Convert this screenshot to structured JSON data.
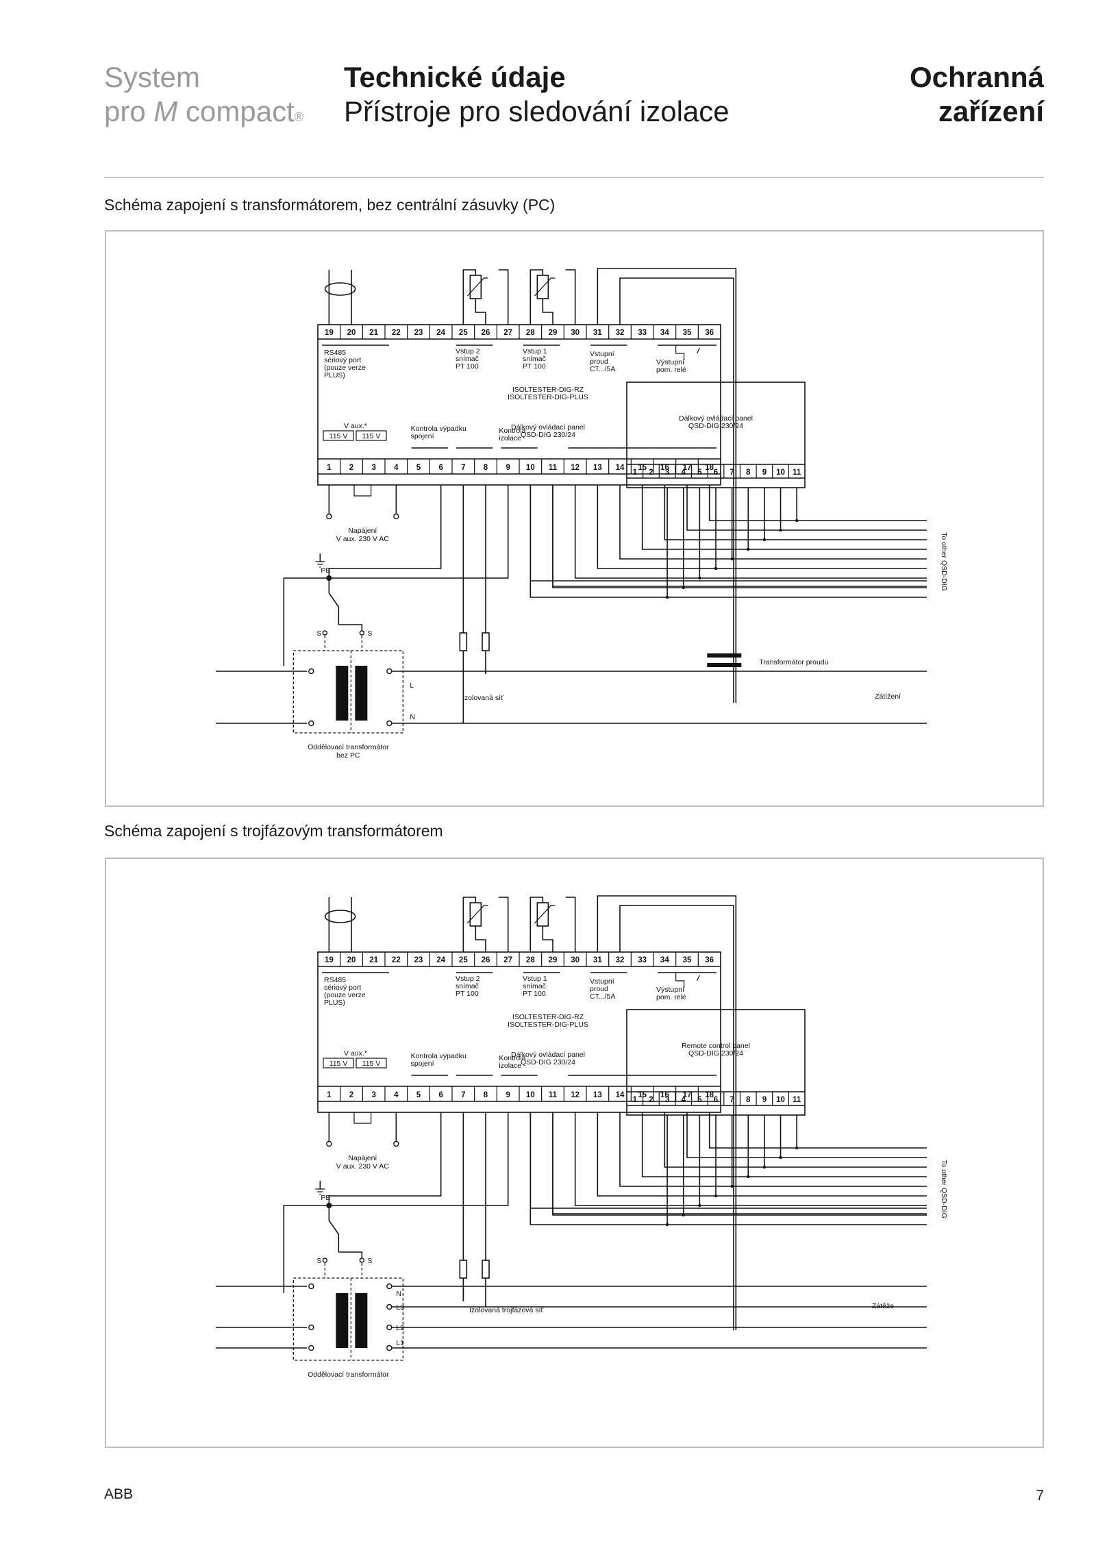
{
  "header": {
    "brand_line1": "System",
    "brand_line2_pre": "pro ",
    "brand_line2_em": "M",
    "brand_line2_post": " compact",
    "brand_reg": "®",
    "title_bold": "Technické údaje",
    "title_sub": "Přístroje pro sledování izolace",
    "section_line1": "Ochranná",
    "section_line2": "zařízení"
  },
  "diagram1": {
    "title": "Schéma zapojení s transformátorem, bez centrální zásuvky (PC)",
    "labels": {
      "rs485": [
        "RS485",
        "sériový port",
        "(pouze verze",
        "PLUS)"
      ],
      "input2": [
        "Vstup 2",
        "snímač",
        "PT 100"
      ],
      "input1": [
        "Vstup 1",
        "snímač",
        "PT 100"
      ],
      "input_ct": [
        "Vstupní",
        "proud",
        "CT.../5A"
      ],
      "output_relay": [
        "Výstupní",
        "pom. relé"
      ],
      "model": [
        "ISOLTESTER-DIG-RZ",
        "ISOLTESTER-DIG-PLUS"
      ],
      "remote_inner": [
        "Dálkový ovládací panel",
        "QSD-DIG 230/24"
      ],
      "vaux": "V aux.*",
      "v115a": "115 V",
      "v115b": "115 V",
      "conn_check": [
        "Kontrola výpadku",
        "spojení"
      ],
      "iso_check": [
        "Kontrola",
        "izolace"
      ],
      "supply": [
        "Napájení",
        "V aux. 230 V AC"
      ],
      "pe": "PE",
      "s1": "S",
      "s2": "S",
      "remote_panel": [
        "Dálkový ovládací panel",
        "QSD-DIG 230/24"
      ],
      "to_other": "To other QSD-DIG",
      "ct": "Transformátor proudu",
      "isolated_net": "Izolovaná síť",
      "load": "Zátížení",
      "l": "L",
      "n": "N",
      "transformer": [
        "Oddělovací transformátor",
        "bez PC"
      ]
    }
  },
  "diagram2": {
    "title": "Schéma zapojení s trojfázovým transformátorem",
    "labels": {
      "rs485": [
        "RS485",
        "sériový port",
        "(pouze verze",
        "PLUS)"
      ],
      "input2": [
        "Vstup 2",
        "snímač",
        "PT 100"
      ],
      "input1": [
        "Vstup 1",
        "snímač",
        "PT 100"
      ],
      "input_ct": [
        "Vstupní",
        "proud",
        "CT.../5A"
      ],
      "output_relay": [
        "Výstupní",
        "pom. relé"
      ],
      "model": [
        "ISOLTESTER-DIG-RZ",
        "ISOLTESTER-DIG-PLUS"
      ],
      "remote_inner": [
        "Dálkový ovládací panel",
        "QSD-DIG 230/24"
      ],
      "vaux": "V aux.*",
      "v115a": "115 V",
      "v115b": "115 V",
      "conn_check": [
        "Kontrola výpadku",
        "spojení"
      ],
      "iso_check": [
        "Kontrola",
        "izolace"
      ],
      "supply": [
        "Napájení",
        "V aux. 230 V AC"
      ],
      "pe": "PE",
      "s1": "S",
      "s2": "S",
      "remote_panel": [
        "Remote control panel",
        "QSD-DIG 230/24"
      ],
      "to_other": "To other QSD-DIG",
      "isolated_net": "Izolovaná trojfázová síť",
      "load": "Zátěže",
      "n": "N",
      "l3": "L3",
      "l2": "L2",
      "l1": "L1",
      "transformer": [
        "Oddělovací transformátor"
      ]
    }
  },
  "terminals_top": [
    "19",
    "20",
    "21",
    "22",
    "23",
    "24",
    "25",
    "26",
    "27",
    "28",
    "29",
    "30",
    "31",
    "32",
    "33",
    "34",
    "35",
    "36"
  ],
  "terminals_bottom": [
    "1",
    "2",
    "3",
    "4",
    "5",
    "6",
    "7",
    "8",
    "9",
    "10",
    "11",
    "12",
    "13",
    "14",
    "15",
    "16",
    "17",
    "18"
  ],
  "remote_terminals": [
    "1",
    "2",
    "3",
    "4",
    "5",
    "6",
    "7",
    "8",
    "9",
    "10",
    "11"
  ],
  "footer": {
    "company": "ABB",
    "page": "7"
  }
}
